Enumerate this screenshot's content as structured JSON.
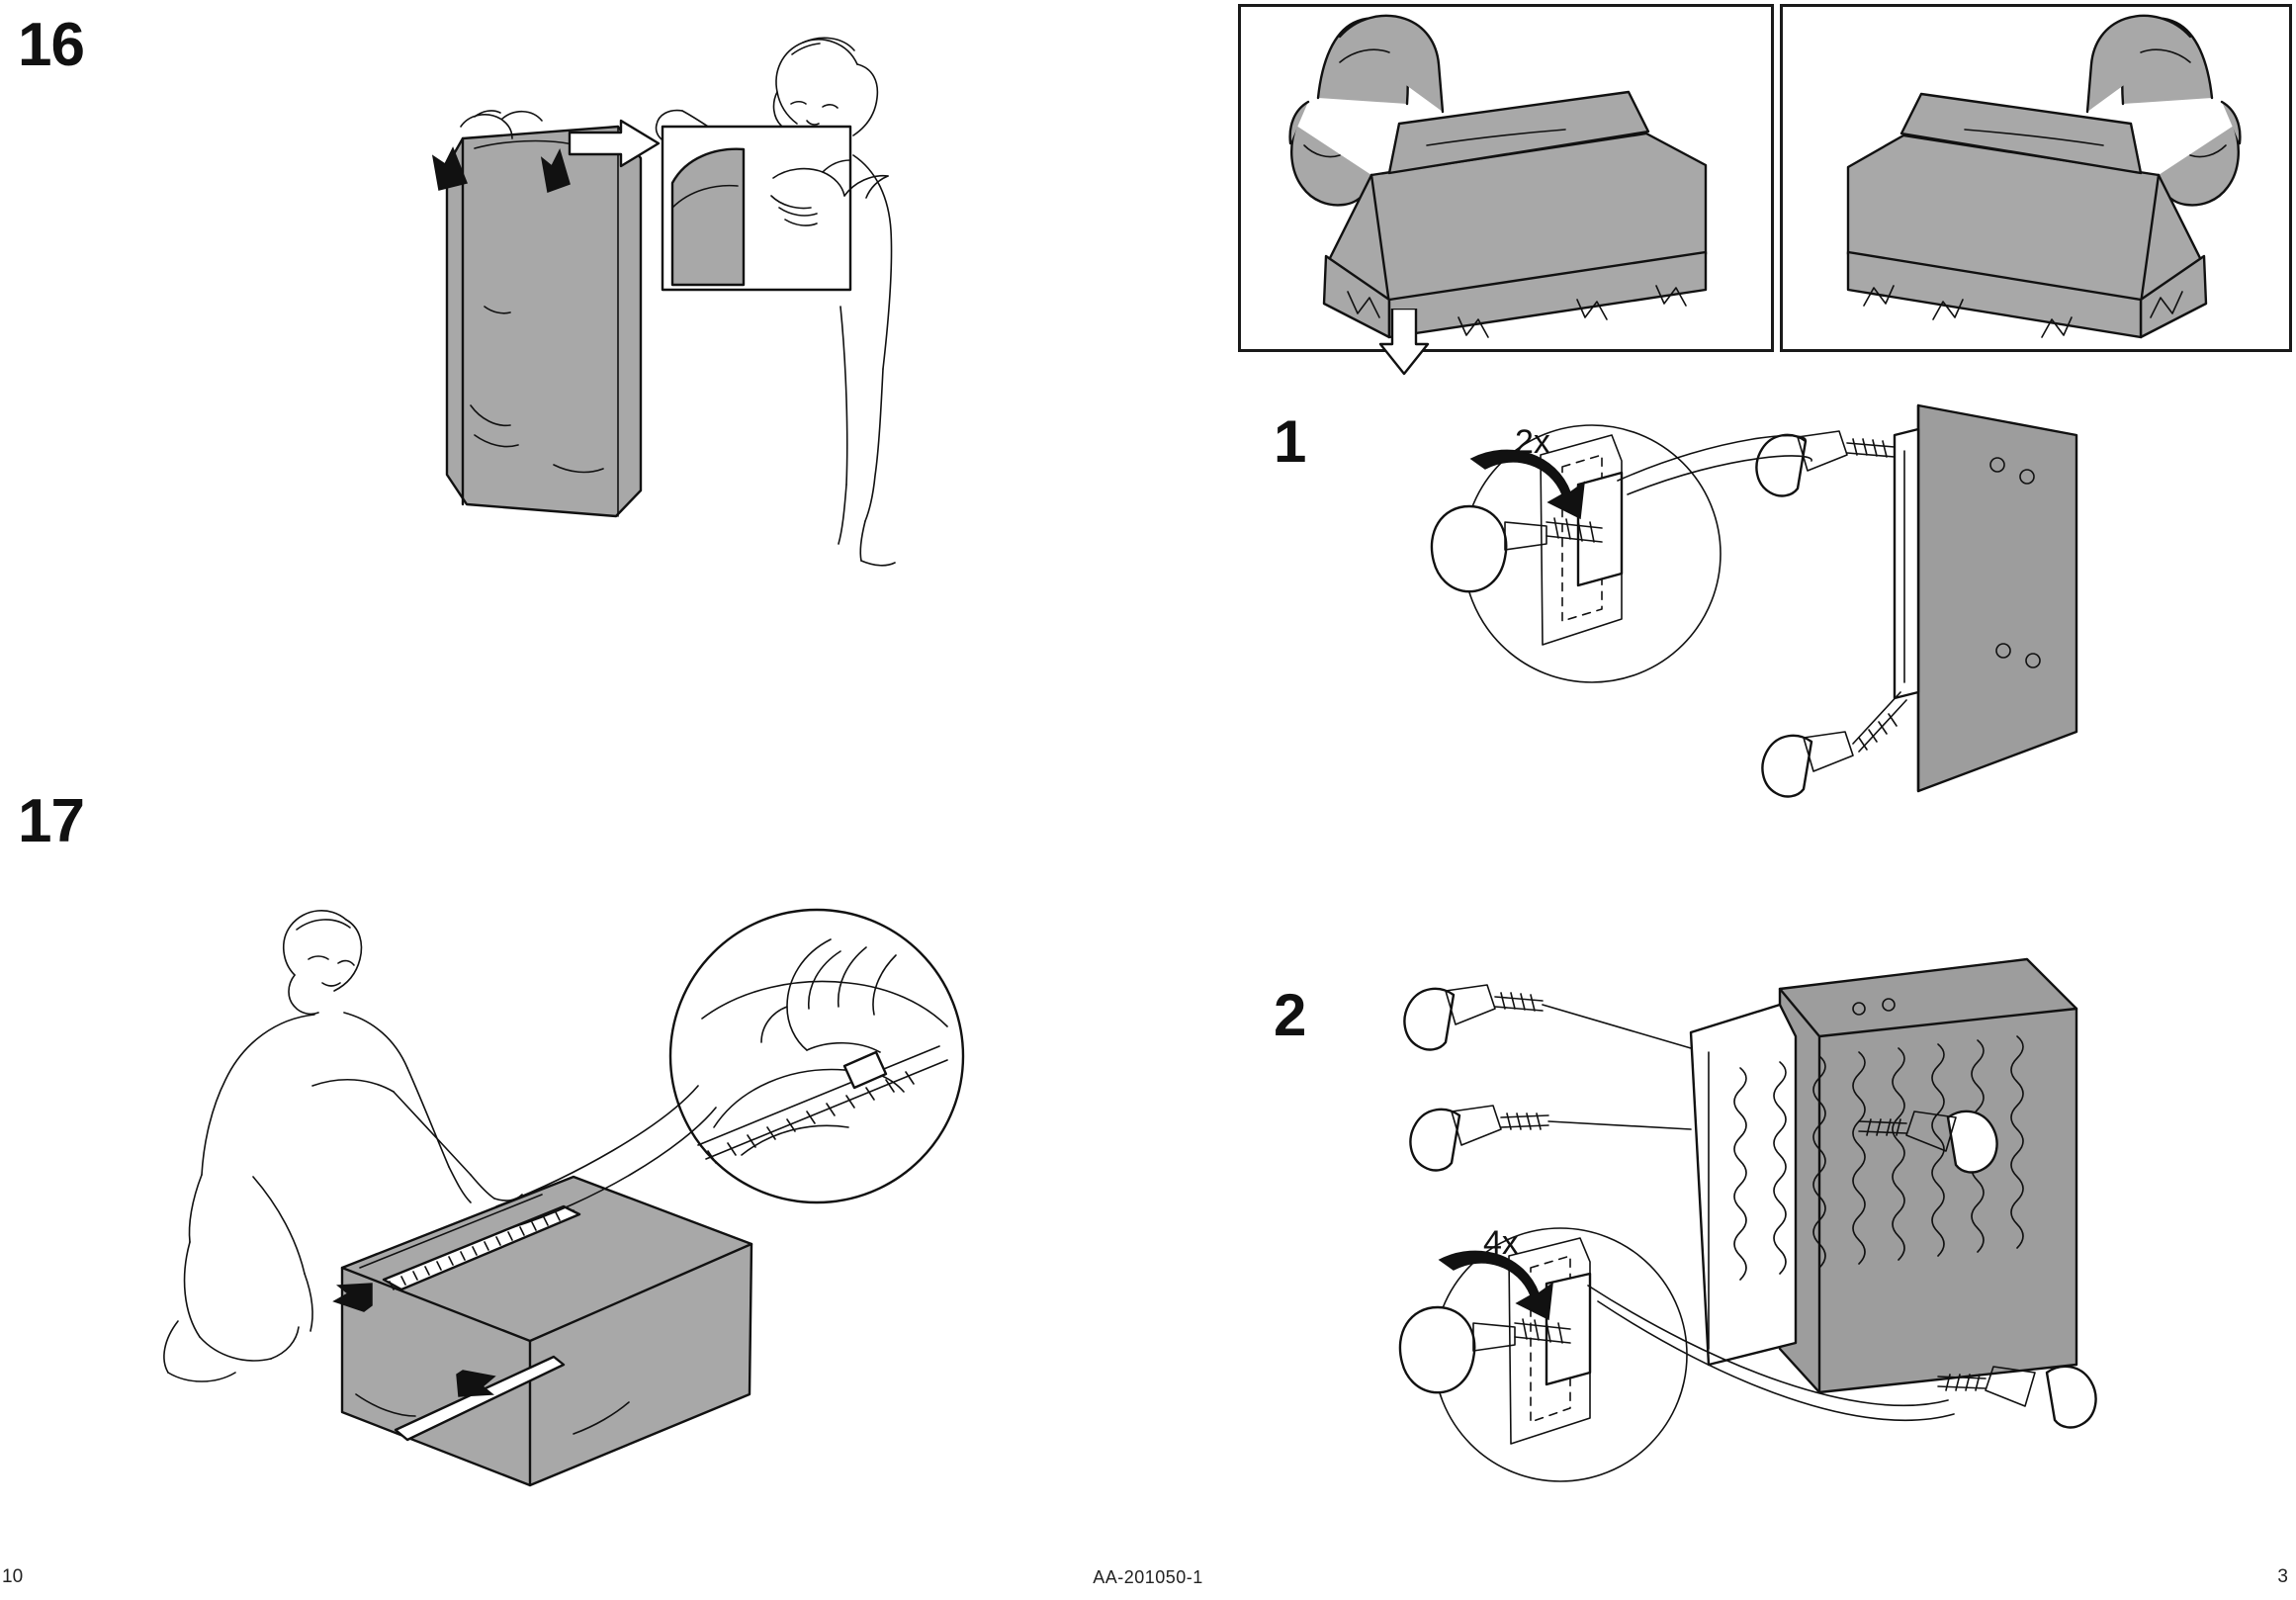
{
  "document": {
    "type": "assembly-instructions",
    "footer": {
      "left_page_number": "10",
      "center_code": "AA-201050-1",
      "right_page_number": "3"
    }
  },
  "left_page": {
    "steps": [
      {
        "number": "16",
        "name": "step-16",
        "illustration": "person-pulling-cover-over-upright-mattress-with-detail-callout-of-corner-and-pointing-hand",
        "arrows": [
          "up-left",
          "up-right",
          "callout-arrow-left"
        ]
      },
      {
        "number": "17",
        "name": "step-17",
        "illustration": "person-kneeling-zipping-mattress-cover-with-magnified-circle-of-hand-on-zipper",
        "arrows": [
          "left",
          "right"
        ]
      }
    ]
  },
  "right_page": {
    "top_panels": [
      {
        "name": "chaise-longue-left-facing",
        "caption": ""
      },
      {
        "name": "chaise-longue-right-facing",
        "caption": ""
      }
    ],
    "down_arrow": "down-arrow-icon",
    "steps": [
      {
        "number": "1",
        "name": "step-1",
        "quantity_label": "2x",
        "illustration": "attach-two-legs-to-side-panel-with-screwdriver-detail",
        "parts": [
          "leg",
          "screw",
          "side-frame-panel"
        ]
      },
      {
        "number": "2",
        "name": "step-2",
        "quantity_label": "4x",
        "illustration": "attach-four-legs-to-sprung-base-frame-with-screwdriver-detail",
        "parts": [
          "leg",
          "screw",
          "base-frame-with-springs"
        ]
      }
    ]
  },
  "colors": {
    "ink": "#111111",
    "fabric_gray": "#a8a8a8",
    "paper": "#ffffff"
  }
}
